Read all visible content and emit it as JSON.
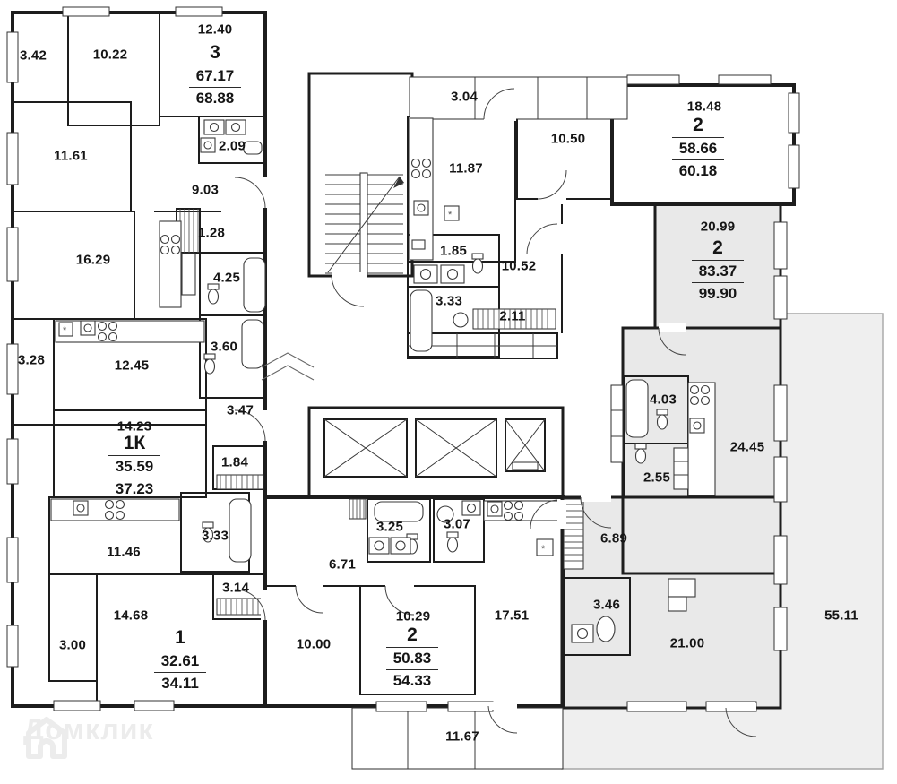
{
  "watermark": {
    "brand": "Домклик"
  },
  "colors": {
    "highlight_apartment_fill": "#e9e9e9",
    "terrace_fill": "#efefef",
    "wall": "#1d1d1d"
  },
  "apartments": [
    {
      "id": "apt-3room-top-left",
      "rooms_count_label": "3",
      "living_area": "67.17",
      "total_area": "68.88",
      "room_areas": [
        "3.42",
        "10.22",
        "12.40",
        "11.61",
        "2.09",
        "9.03",
        "16.29",
        "1.28",
        "4.25"
      ]
    },
    {
      "id": "apt-1k-middle-left",
      "rooms_count_label": "1К",
      "living_area": "35.59",
      "total_area": "37.23",
      "room_areas": [
        "3.28",
        "12.45",
        "3.60",
        "3.47",
        "14.23",
        "1.84"
      ]
    },
    {
      "id": "apt-1room-bottom-left",
      "rooms_count_label": "1",
      "living_area": "32.61",
      "total_area": "34.11",
      "room_areas": [
        "11.46",
        "3.33",
        "3.14",
        "14.68",
        "3.00"
      ]
    },
    {
      "id": "apt-2room-top-right",
      "rooms_count_label": "2",
      "living_area": "58.66",
      "total_area": "60.18",
      "room_areas": [
        "3.04",
        "11.87",
        "10.50",
        "18.48",
        "1.85",
        "3.33",
        "10.52",
        "2.11"
      ]
    },
    {
      "id": "apt-2room-highlighted",
      "rooms_count_label": "2",
      "living_area": "83.37",
      "total_area": "99.90",
      "room_areas": [
        "20.99",
        "4.03",
        "24.45",
        "2.55",
        "6.89",
        "3.46",
        "21.00",
        "55.11"
      ]
    },
    {
      "id": "apt-2room-bottom-middle",
      "rooms_count_label": "2",
      "living_area": "50.83",
      "total_area": "54.33",
      "room_areas": [
        "3.25",
        "3.07",
        "6.71",
        "10.00",
        "10.29",
        "17.51",
        "11.67"
      ]
    }
  ]
}
